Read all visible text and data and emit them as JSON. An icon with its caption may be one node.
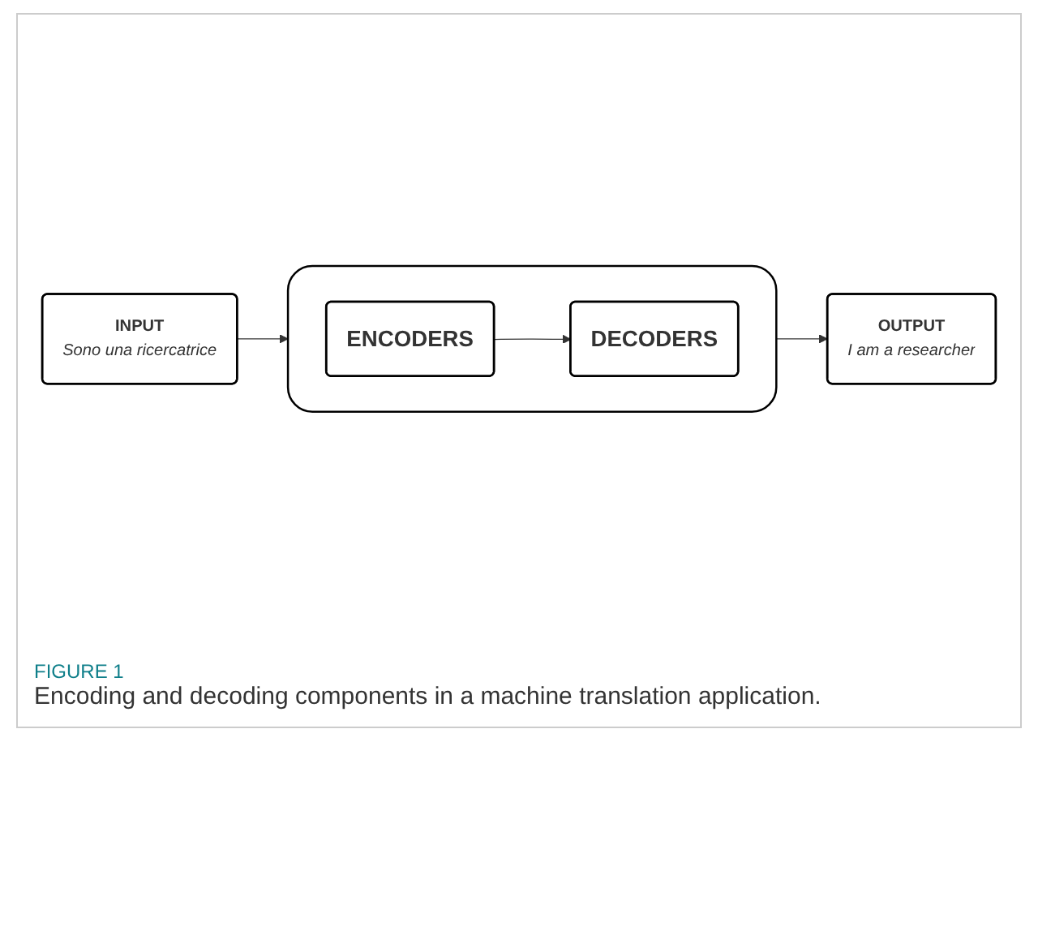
{
  "diagram": {
    "caption": "Encoding and decoding components in a machine translation application.",
    "nodes": [
      {
        "text": [],
        "shape": "box"
      },
      {
        "text": [
          "ENCODERS"
        ],
        "in": 0
      },
      {
        "text": [
          "DECODERS"
        ],
        "in": 0
      },
      {
        "text": [
          "INPUT",
          "Sono una ricercatrice"
        ]
      },
      {
        "text": [
          "OUTPUT",
          "I am a researcher"
        ]
      }
    ],
    "edges": [
      {
        "from": 3,
        "to": 0,
        "arrow": "to"
      },
      {
        "from": 1,
        "to": 2,
        "arrow": "to"
      },
      {
        "from": 0,
        "to": 4,
        "arrow": "to"
      }
    ],
    "labels": [
      "FIGURE 1"
    ]
  }
}
